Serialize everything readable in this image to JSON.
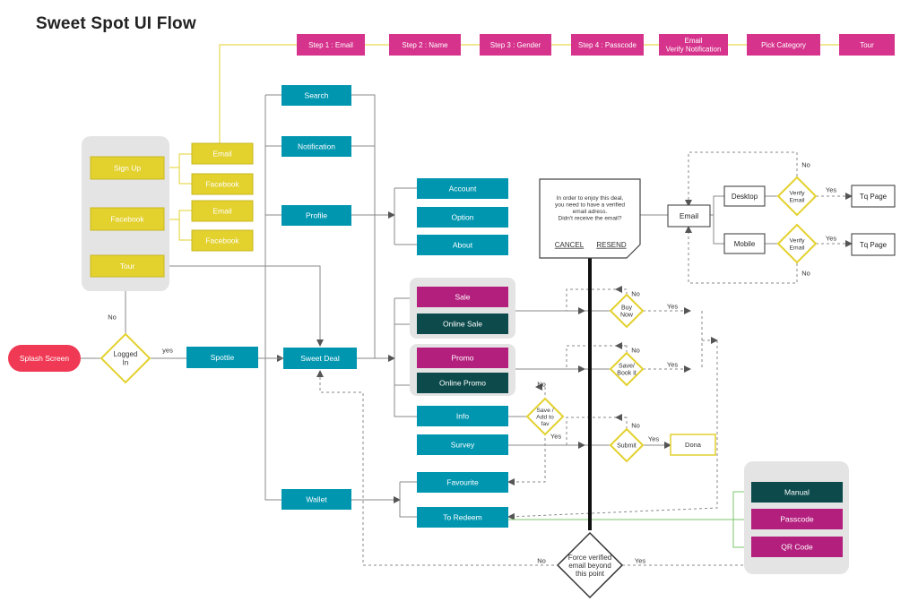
{
  "title": "Sweet Spot UI Flow",
  "colors": {
    "pink": "#D6338C",
    "teal": "#0096B0",
    "darkteal": "#0D4A4B",
    "magenta": "#B31F7D",
    "yellow": "#E3D12E",
    "red": "#F03A55",
    "grey": "#E4E4E4",
    "line_yellow": "#E3D12E",
    "line_grey": "#8A8A8A",
    "line_green": "#7DC56B"
  },
  "steps": [
    "Step 1 : Email",
    "Step 2 : Name",
    "Step 3 : Gender",
    "Step 4 : Passcode",
    "Email\nVerify Notification",
    "Pick Category",
    "Tour"
  ],
  "signup_panel": {
    "sign_up": "Sign Up",
    "facebook": "Facebook",
    "tour": "Tour",
    "sign_up_options": [
      "Email",
      "Facebook"
    ],
    "facebook_options": [
      "Email",
      "Facebook"
    ]
  },
  "splash": "Splash Screen",
  "logged_in": "Logged\nIn",
  "no": "No",
  "yes": "yes",
  "spottie": "Spottie",
  "menu": [
    "Search",
    "Notification",
    "Profile",
    "Wallet"
  ],
  "sweet_deal": "Sweet Deal",
  "profile_items": [
    "Account",
    "Option",
    "About"
  ],
  "sale_group": [
    "Sale",
    "Online Sale"
  ],
  "promo_group": [
    "Promo",
    "Online Promo"
  ],
  "info": "Info",
  "survey": "Survey",
  "wallet_items": [
    "Favourite",
    "To Redeem"
  ],
  "decisions": {
    "buy_now": "Buy\nNow",
    "save_book": "Save/\nBook it",
    "save_fav": "Save /\nAdd to\nfav",
    "submit": "Submit",
    "force": "Force verified\nemail beyond\nthis point",
    "verify1": "Verify\nEmail",
    "verify2": "Verify\nEmail"
  },
  "labels": {
    "no": "No",
    "yes": "Yes"
  },
  "done": "Dona",
  "popup": {
    "text": "In order to enjoy this deal,\nyou need to have a verified\nemail adress.\nDidn't receive the email?",
    "cancel": "CANCEL",
    "resend": "RESEND"
  },
  "email_node": "Email",
  "desktop": "Desktop",
  "mobile": "Mobile",
  "tq_page": "Tq Page",
  "redeem_options": [
    "Manual",
    "Passcode",
    "QR Code"
  ]
}
